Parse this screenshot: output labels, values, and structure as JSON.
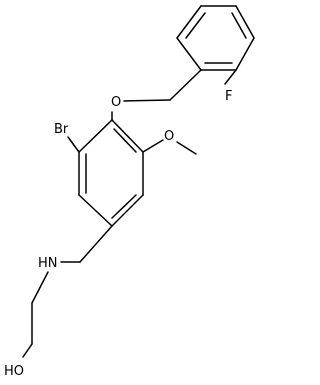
{
  "atoms": {
    "fluorine": "F",
    "ether_oxygen": "O",
    "bromine": "Br",
    "methoxy_oxygen": "O",
    "amine": "HN",
    "hydroxyl": "HO"
  }
}
